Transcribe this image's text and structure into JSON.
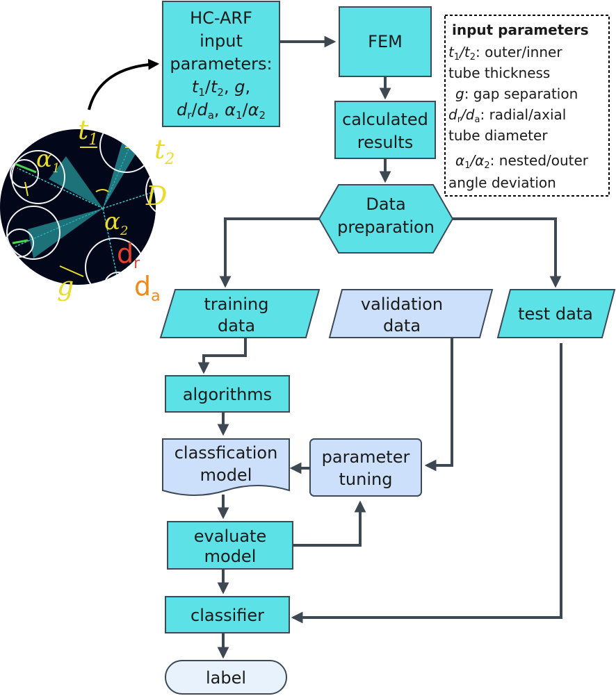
{
  "nodes": {
    "input_block": {
      "line1": "HC-ARF",
      "line2": "input",
      "line3": "parameters:",
      "line4": "t1/t2, g,",
      "line5": "dr/da, α1/α2"
    },
    "fem": "FEM",
    "calculated_results": {
      "line1": "calculated",
      "line2": "results"
    },
    "data_preparation": {
      "line1": "Data",
      "line2": "preparation"
    },
    "training_data": {
      "line1": "training",
      "line2": "data"
    },
    "validation_data": {
      "line1": "validation",
      "line2": "data"
    },
    "test_data": "test data",
    "algorithms": "algorithms",
    "classification_model": {
      "line1": "classfication",
      "line2": "model"
    },
    "parameter_tuning": {
      "line1": "parameter",
      "line2": "tuning"
    },
    "evaluate_model": {
      "line1": "evaluate",
      "line2": "model"
    },
    "classifier": "classifier",
    "label": "label"
  },
  "legend": {
    "title": "input parameters",
    "line1_var": "t1/t2",
    "line1_desc": ": outer/inner",
    "line2": "tube thickness",
    "line3_var": "g",
    "line3_desc": ": gap separation",
    "line4_var": "dr/da",
    "line4_desc": ": radial/axial",
    "line5": "tube diameter",
    "line6_var": "α1/α2",
    "line6_desc": ": nested/outer",
    "line7": "angle deviation"
  },
  "fiber_labels": {
    "t1": "t1",
    "t2": "t2",
    "alpha1": "α1",
    "alpha2": "α2",
    "D": "D",
    "g": "g",
    "dr": "dr",
    "da": "da"
  },
  "colors": {
    "cyan_fill": "#5ce1e6",
    "light_blue_fill": "#cce0fb",
    "label_fill": "#e8f2fc",
    "stroke": "#3c4a57",
    "arrow": "#3e4852",
    "fiber_bg": "#02071a",
    "fiber_ring": "#f4f4f4",
    "yellow": "#e9dc2a",
    "red": "#e9412b",
    "orange": "#f08a1c",
    "teal_ray": "#3bc6c9",
    "green_seg": "#4bd44b"
  }
}
